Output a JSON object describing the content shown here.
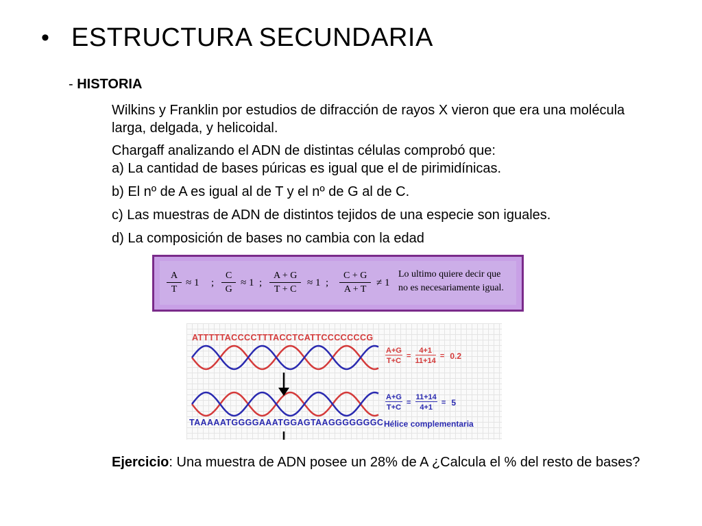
{
  "slide": {
    "bullet": "•",
    "title": "ESTRUCTURA SECUNDARIA",
    "subtitle_prefix": "- ",
    "subtitle": "HISTORIA",
    "paragraphs": [
      "Wilkins y Franklin por estudios de difracción de rayos X vieron que era una molécula larga, delgada, y helicoidal.",
      "Chargaff analizando el ADN de distintas células comprobó que:",
      "a) La cantidad de bases púricas es igual que el de pirimidínicas.",
      "b) El nº de A es igual al de T y el nº de G al de C.",
      "c) Las muestras de ADN de distintos tejidos de una especie son iguales.",
      "d)  La composición de bases no cambia con la edad"
    ],
    "formula_box": {
      "f1_num": "A",
      "f1_den": "T",
      "f1_rel": "≈ 1",
      "sep1": ";",
      "f2_num": "C",
      "f2_den": "G",
      "f2_rel": "≈ 1",
      "sep2": ";",
      "f3_num": "A + G",
      "f3_den": "T + C",
      "f3_rel": "≈ 1",
      "sep3": ";",
      "f4_num": "C + G",
      "f4_den": "A + T",
      "f4_rel": "≠ 1",
      "note_line1": "Lo ultimo quiere decir que",
      "note_line2": "no es necesariamente igual."
    },
    "dna_diagram": {
      "top_sequence": "ATTTTTACCCCTTTACCTCATTCCCCCCCG",
      "bottom_sequence": "TAAAAATGGGGAAATGGAGTAAGGGGGGGC",
      "top_ratio": {
        "num": "A+G",
        "den": "T+C",
        "eq": "=",
        "n_num": "4+1",
        "n_den": "11+14",
        "eq2": "=",
        "result": "0.2"
      },
      "bottom_ratio": {
        "num": "A+G",
        "den": "T+C",
        "eq": "=",
        "n_num": "11+14",
        "n_den": "4+1",
        "eq2": "=",
        "result": "5"
      },
      "helix_label": "Hélice complementaria",
      "colors": {
        "red": "#d43a3a",
        "blue": "#2a2ab0"
      }
    },
    "exercise_label": "Ejercicio",
    "exercise_text": ": Una muestra de ADN posee un 28% de A ¿Calcula el % del resto de bases?",
    "colors": {
      "box_border": "#7a2a8a",
      "box_fill": "#c8a0e6"
    }
  }
}
